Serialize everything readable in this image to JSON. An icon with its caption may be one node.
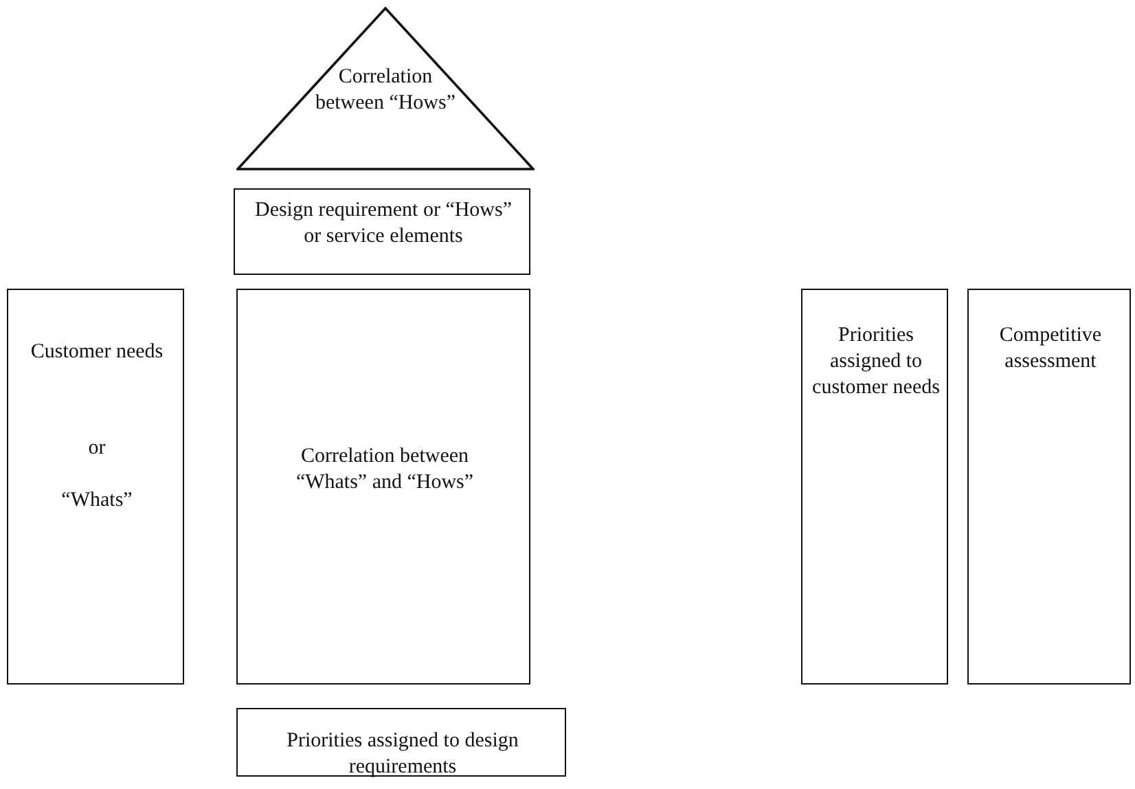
{
  "diagram": {
    "nodes": [
      {
        "text": [
          "Correlation between “Hows”"
        ]
      },
      {
        "text": [
          "Design requirement or “Hows” or service elements"
        ]
      },
      {
        "text": [
          "Customer needs",
          "or",
          "“Whats”"
        ]
      },
      {
        "text": [
          "Correlation between “Whats” and “Hows”"
        ]
      },
      {
        "text": [
          "Priorities assigned to customer needs"
        ]
      },
      {
        "text": [
          "Competitive assessment"
        ]
      },
      {
        "text": [
          "Priorities assigned to design requirements"
        ]
      }
    ]
  }
}
